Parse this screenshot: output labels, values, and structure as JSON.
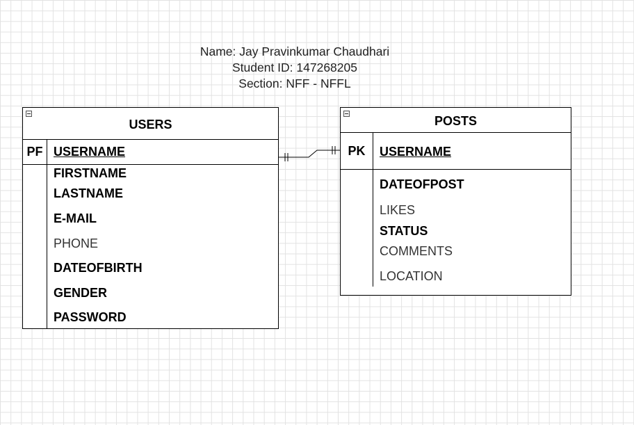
{
  "info": {
    "name_line": "Name: Jay Pravinkumar Chaudhari",
    "id_line": "Student ID: 147268205",
    "section_line": "Section: NFF - NFFL"
  },
  "users": {
    "title": "USERS",
    "key_type": "PF",
    "key_name": "USERNAME",
    "attributes": [
      {
        "name": "FIRSTNAME",
        "bold": true
      },
      {
        "name": "LASTNAME",
        "bold": true
      },
      {
        "name": "E-MAIL",
        "bold": true
      },
      {
        "name": "PHONE",
        "bold": false
      },
      {
        "name": "DATEOFBIRTH",
        "bold": true
      },
      {
        "name": "GENDER",
        "bold": true
      },
      {
        "name": "PASSWORD",
        "bold": true
      }
    ]
  },
  "posts": {
    "title": "POSTS",
    "key_type": "PK",
    "key_name": "USERNAME",
    "attributes": [
      {
        "name": "DATEOFPOST",
        "bold": true
      },
      {
        "name": "LIKES",
        "bold": false
      },
      {
        "name": "STATUS",
        "bold": true
      },
      {
        "name": "COMMENTS",
        "bold": false
      },
      {
        "name": "LOCATION",
        "bold": false
      }
    ]
  },
  "relationship": {
    "from": "users.username",
    "to": "posts.username",
    "from_cardinality": "one-and-only-one",
    "to_cardinality": "one-and-only-one"
  }
}
